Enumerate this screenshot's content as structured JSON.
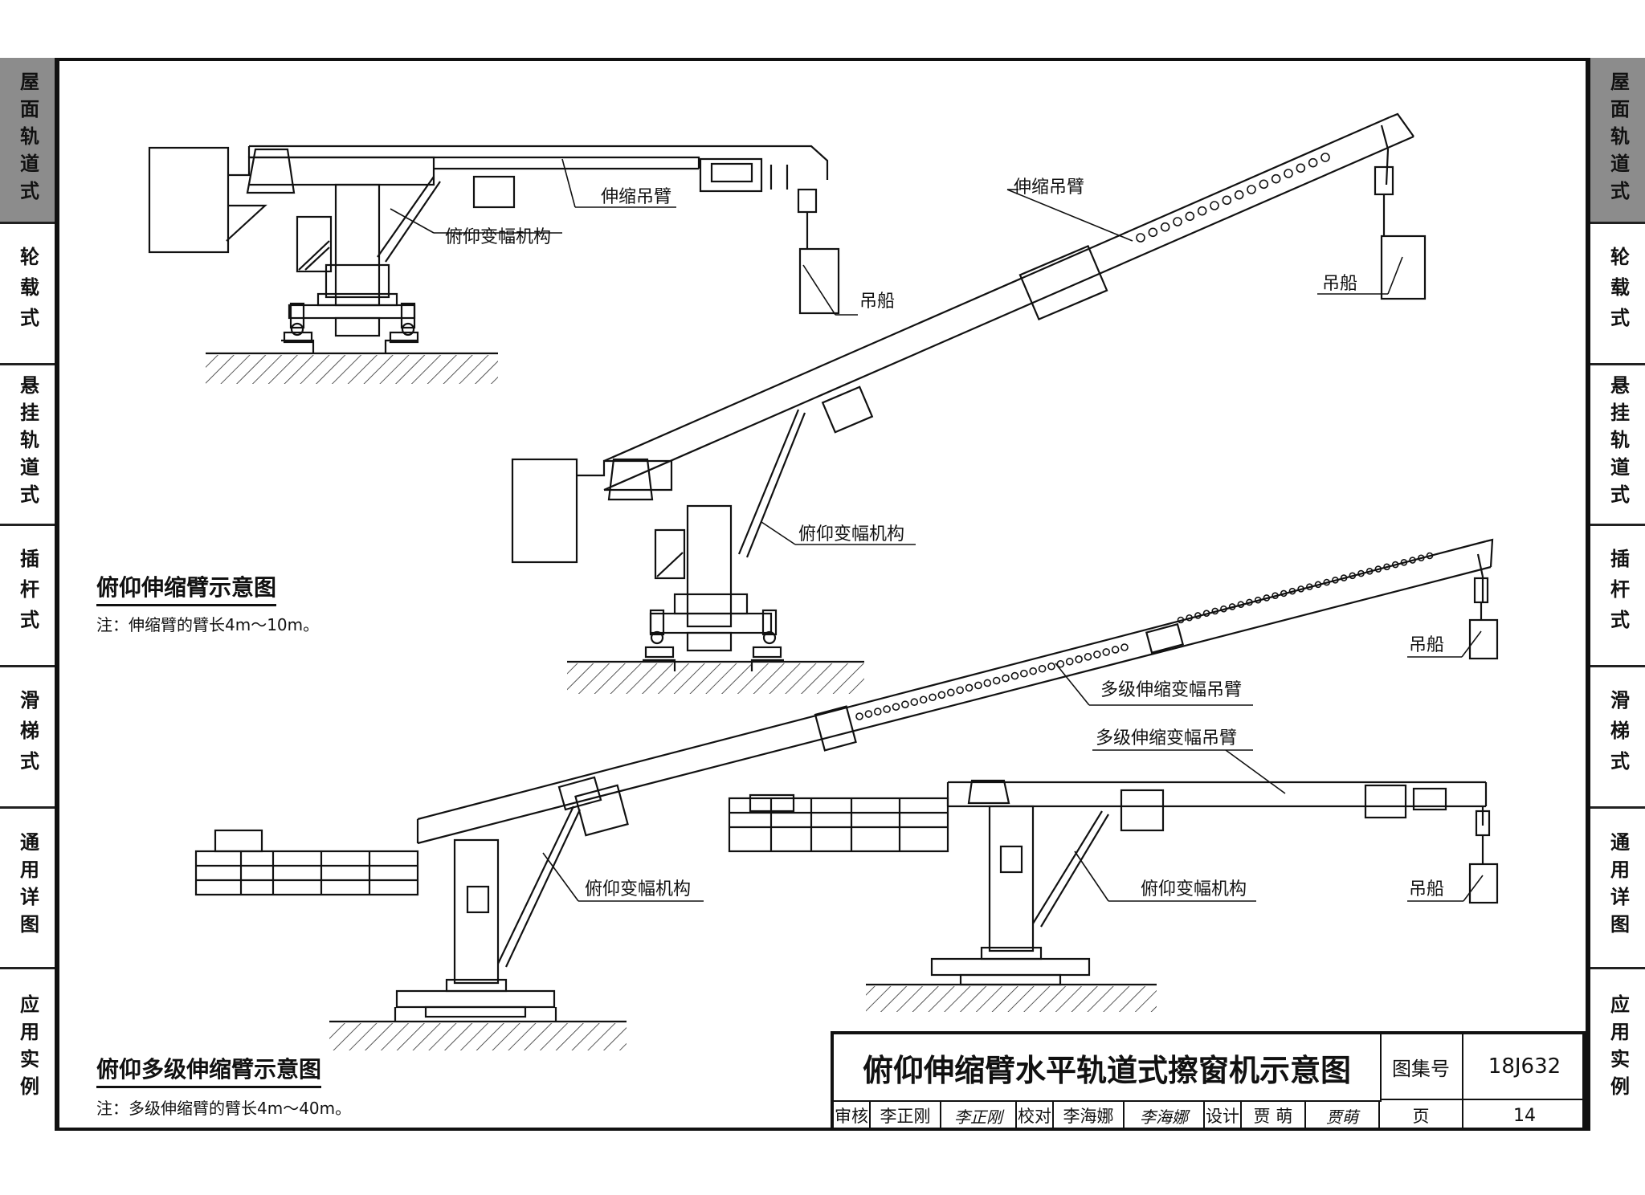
{
  "side_tabs": [
    {
      "label": "屋面轨道式",
      "active": true
    },
    {
      "label": "轮载式",
      "active": false
    },
    {
      "label": "悬挂轨道式",
      "active": false
    },
    {
      "label": "插杆式",
      "active": false
    },
    {
      "label": "滑梯式",
      "active": false
    },
    {
      "label": "通用详图",
      "active": false
    },
    {
      "label": "应用实例",
      "active": false
    }
  ],
  "diagram1": {
    "title": "俯仰伸缩臂示意图",
    "note": "注：伸缩臂的臂长4m～10m。",
    "labels": {
      "boom_a": "伸缩吊臂",
      "luffing_a": "俯仰变幅机构",
      "cradle_a": "吊船",
      "boom_b": "伸缩吊臂",
      "cradle_b": "吊船",
      "luffing_b": "俯仰变幅机构"
    }
  },
  "diagram2": {
    "title": "俯仰多级伸缩臂示意图",
    "note": "注：多级伸缩臂的臂长4m～40m。",
    "labels": {
      "boom_c": "多级伸缩变幅吊臂",
      "cradle_c": "吊船",
      "luffing_c": "俯仰变幅机构",
      "boom_d": "多级伸缩变幅吊臂",
      "luffing_d": "俯仰变幅机构",
      "cradle_d": "吊船"
    }
  },
  "title_block": {
    "drawing_title": "俯仰伸缩臂水平轨道式擦窗机示意图",
    "atlas_no_label": "图集号",
    "atlas_no": "18J632",
    "page_label": "页",
    "page_no": "14",
    "review_label": "审核",
    "reviewer": "李正刚",
    "reviewer_sig": "李正刚",
    "check_label": "校对",
    "checker": "李海娜",
    "checker_sig": "李海娜",
    "design_label": "设计",
    "designer": "贾 萌",
    "designer_sig": "贾萌"
  }
}
